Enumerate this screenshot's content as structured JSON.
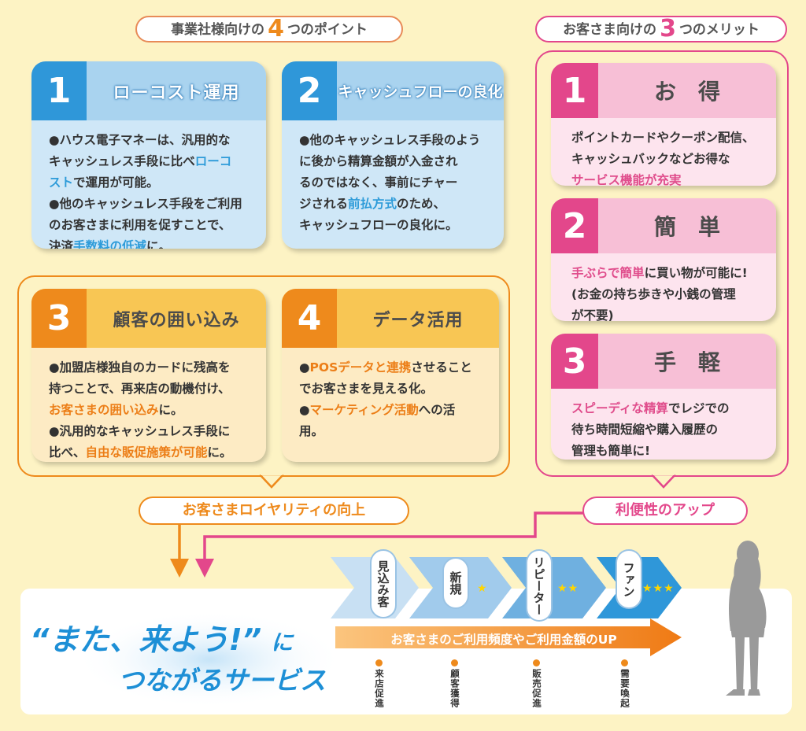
{
  "colors": {
    "blue": "#2f97d9",
    "orange": "#ee8a1c",
    "pink": "#e3478b",
    "bg": "#fdf3c4"
  },
  "left_header": {
    "pre": "事業社様向けの",
    "num": "4",
    "post": "つのポイント"
  },
  "right_header": {
    "pre": "お客さま向けの",
    "num": "3",
    "post": "つのメリット"
  },
  "points": [
    {
      "num": "1",
      "title": "ローコスト運用",
      "lines": [
        [
          {
            "t": "●ハウス電子マネーは、汎用的な"
          }
        ],
        [
          {
            "t": "キャッシュレス手段に比べ"
          },
          {
            "t": "ローコ",
            "c": "hb"
          }
        ],
        [
          {
            "t": "スト",
            "c": "hb"
          },
          {
            "t": "で運用が可能。"
          }
        ],
        [
          {
            "t": "●他のキャッシュレス手段をご利用"
          }
        ],
        [
          {
            "t": "のお客さまに利用を促すことで、"
          }
        ],
        [
          {
            "t": "決済"
          },
          {
            "t": "手数料の低減",
            "c": "hb"
          },
          {
            "t": "に。"
          }
        ]
      ]
    },
    {
      "num": "2",
      "title": "キャッシュフローの良化",
      "lines": [
        [
          {
            "t": "●他のキャッシュレス手段のよう"
          }
        ],
        [
          {
            "t": "に後から精算金額が入金され"
          }
        ],
        [
          {
            "t": "るのではなく、事前にチャー"
          }
        ],
        [
          {
            "t": "ジされる"
          },
          {
            "t": "前払方式",
            "c": "hb"
          },
          {
            "t": "のため、"
          }
        ],
        [
          {
            "t": "キャッシュフローの良化に。"
          }
        ]
      ]
    },
    {
      "num": "3",
      "title": "顧客の囲い込み",
      "lines": [
        [
          {
            "t": "●加盟店様独自のカードに残高を"
          }
        ],
        [
          {
            "t": "持つことで、再来店の動機付け、"
          }
        ],
        [
          {
            "t": "お客さまの囲い込み",
            "c": "ho"
          },
          {
            "t": "に。"
          }
        ],
        [
          {
            "t": "●汎用的なキャッシュレス手段に"
          }
        ],
        [
          {
            "t": "比べ、"
          },
          {
            "t": "自由な販促施策が可能",
            "c": "ho"
          },
          {
            "t": "に。"
          }
        ]
      ]
    },
    {
      "num": "4",
      "title": "データ活用",
      "lines": [
        [
          {
            "t": "●"
          },
          {
            "t": "POSデータと連携",
            "c": "ho"
          },
          {
            "t": "させること"
          }
        ],
        [
          {
            "t": "でお客さまを見える化。"
          }
        ],
        [
          {
            "t": "●"
          },
          {
            "t": "マーケティング活動",
            "c": "ho"
          },
          {
            "t": "への活"
          }
        ],
        [
          {
            "t": "用。"
          }
        ]
      ]
    }
  ],
  "merits": [
    {
      "num": "1",
      "title": "お得",
      "lines": [
        [
          {
            "t": "ポイントカードやクーポン配信、"
          }
        ],
        [
          {
            "t": "キャッシュバックなどお得な"
          }
        ],
        [
          {
            "t": "サービス機能が充実",
            "c": "hp"
          }
        ]
      ]
    },
    {
      "num": "2",
      "title": "簡単",
      "lines": [
        [
          {
            "t": "手ぶらで",
            "c": "hp"
          },
          {
            "t": "簡単",
            "c": "hp"
          },
          {
            "t": "に買い物が可能に!"
          }
        ],
        [
          {
            "t": "(お金の持ち歩きや小銭の管理"
          }
        ],
        [
          {
            "t": "が不要)"
          }
        ]
      ]
    },
    {
      "num": "3",
      "title": "手軽",
      "lines": [
        [
          {
            "t": "スピーディな",
            "c": "hp"
          },
          {
            "t": "精算",
            "c": "hp"
          },
          {
            "t": "でレジでの"
          }
        ],
        [
          {
            "t": "待ち時間短縮や購入履歴の"
          }
        ],
        [
          {
            "t": "管理も簡単に!"
          }
        ]
      ]
    }
  ],
  "loyalty_label": "お客さまロイヤリティの向上",
  "convenience_label": "利便性のアップ",
  "slogan": {
    "line1a": "“また、来よう!”",
    "line1b": "に",
    "line2": "つながるサービス"
  },
  "stages": [
    {
      "label": "見込み客",
      "stars": ""
    },
    {
      "label": "新規",
      "stars": "★"
    },
    {
      "label": "リピーター",
      "stars": "★★"
    },
    {
      "label": "ファン",
      "stars": "★★★"
    }
  ],
  "up_arrow_label": "お客さまのご利用頻度やご利用金額のUP",
  "actions": [
    "来店促進",
    "顧客獲得",
    "販売促進",
    "需要喚起"
  ]
}
